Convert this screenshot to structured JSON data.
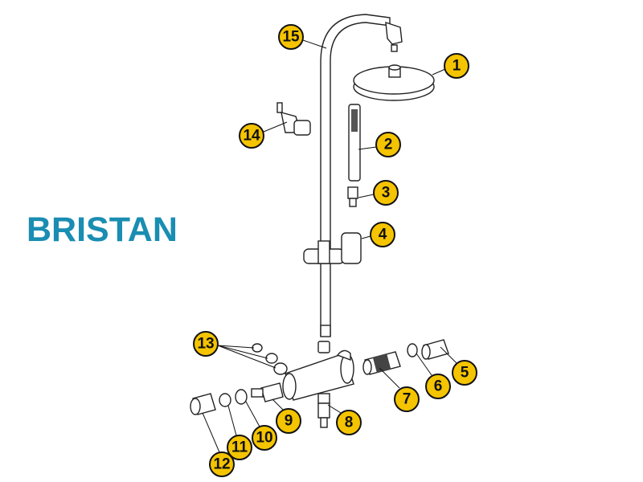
{
  "logo": {
    "text": "BRISTAN",
    "color": "#1a8db2"
  },
  "callout_color": "#f5c400",
  "callouts": [
    {
      "label": "1"
    },
    {
      "label": "2"
    },
    {
      "label": "3"
    },
    {
      "label": "4"
    },
    {
      "label": "5"
    },
    {
      "label": "6"
    },
    {
      "label": "7"
    },
    {
      "label": "8"
    },
    {
      "label": "9"
    },
    {
      "label": "10"
    },
    {
      "label": "11"
    },
    {
      "label": "12"
    },
    {
      "label": "13"
    },
    {
      "label": "14"
    },
    {
      "label": "15"
    }
  ]
}
